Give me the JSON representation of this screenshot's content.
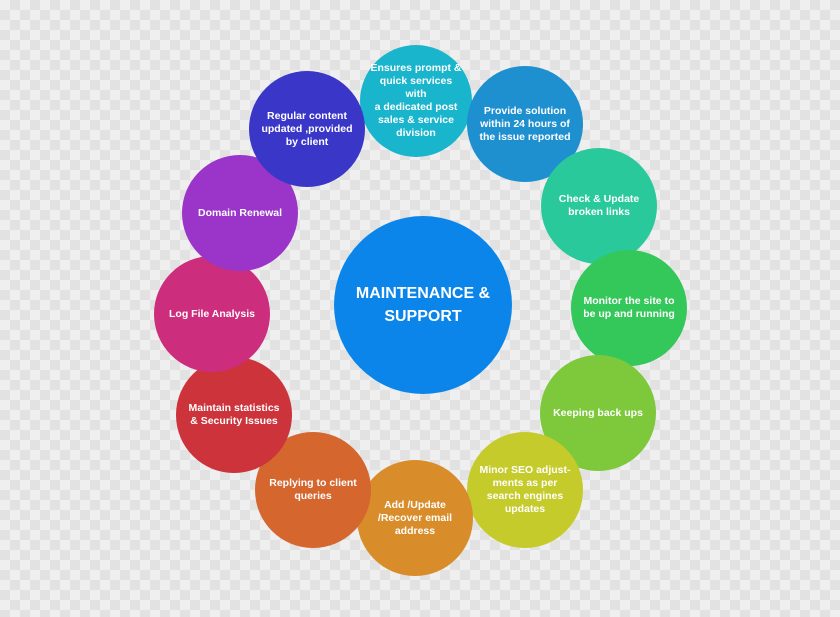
{
  "center": {
    "label": "MAINTENANCE &\nSUPPORT",
    "color": "#0b85ea"
  },
  "nodes": [
    {
      "label": "Ensures prompt &\nquick services with\na dedicated post\nsales & service\ndivision",
      "color": "#19b5cc"
    },
    {
      "label": "Provide solution\nwithin 24 hours of\nthe issue reported",
      "color": "#1e90cf"
    },
    {
      "label": "Check & Update\nbroken links",
      "color": "#2ac99b"
    },
    {
      "label": "Monitor the site to\nbe up and running",
      "color": "#34c759"
    },
    {
      "label": "Keeping back ups",
      "color": "#7ec83c"
    },
    {
      "label": "Minor SEO adjust-\nments as per\nsearch engines\nupdates",
      "color": "#c6cb2c"
    },
    {
      "label": "Add /Update\n/Recover email\naddress",
      "color": "#d88d2a"
    },
    {
      "label": "Replying to client\nqueries",
      "color": "#d4662e"
    },
    {
      "label": "Maintain statistics\n& Security Issues",
      "color": "#cc333b"
    },
    {
      "label": "Log File Analysis",
      "color": "#cc2e7d"
    },
    {
      "label": "Domain Renewal",
      "color": "#9b34c9"
    },
    {
      "label": "Regular content\nupdated ,provided\nby client",
      "color": "#3a37c8"
    }
  ]
}
